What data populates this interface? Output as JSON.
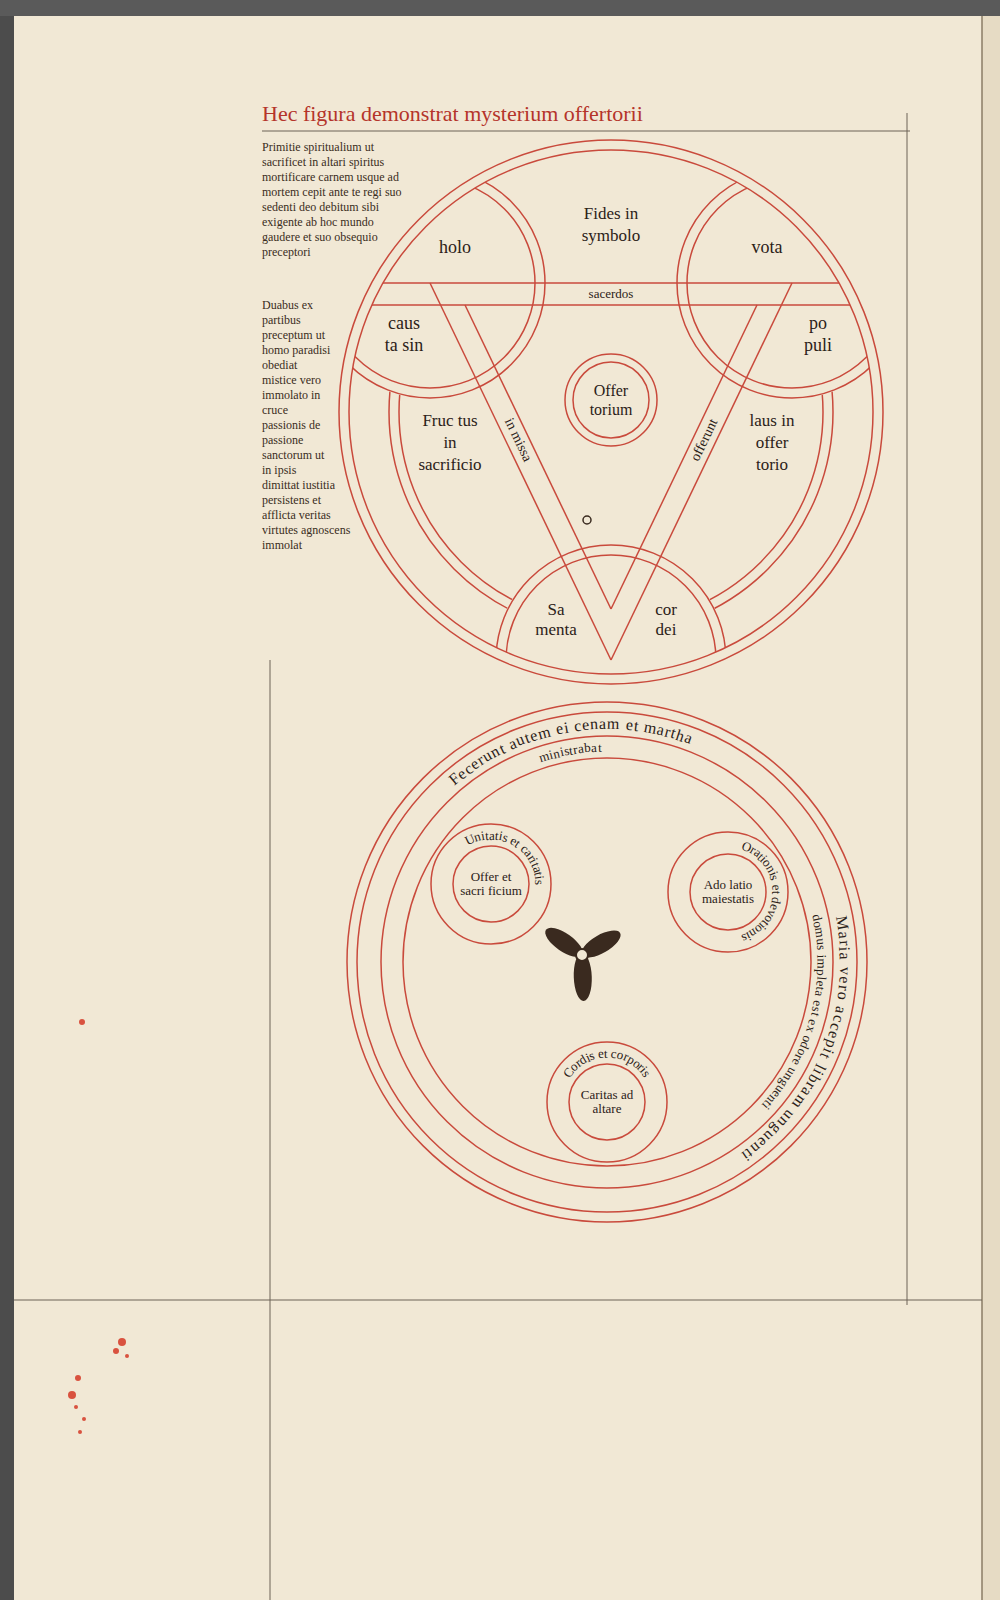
{
  "diagram": {
    "title": "Hec figura demonstrat mysterium offertorii",
    "nodes": [
      {
        "text": [
          "Fides in symbolo",
          "sacerdos",
          "in missa",
          "offerunt",
          "Fruc tus in sacrificio",
          "laus in offer torio"
        ]
      },
      {
        "text": [
          "holo",
          "caus ta sin"
        ],
        "in": 0
      },
      {
        "text": [
          "vota",
          "po puli"
        ],
        "in": 0
      },
      {
        "text": [
          "Offer torium"
        ],
        "in": 0
      },
      {
        "text": [
          "Sa menta",
          "cor dei"
        ],
        "in": 0
      },
      {
        "text": [
          "Fecerunt autem ei cenam et martha",
          "ministrabat",
          "Maria vero accepit libram unguenti",
          "domus impleta est ex odore unguenti"
        ]
      },
      {
        "text": [
          "Unitatis et caritatis"
        ],
        "in": 5
      },
      {
        "text": [
          "Offer et sacri ficium"
        ],
        "in": 6
      },
      {
        "text": [
          "Orationis et devotionis"
        ],
        "in": 5
      },
      {
        "text": [
          "Ado latio maiestatis"
        ],
        "in": 8
      },
      {
        "text": [
          "Cordis et corporis"
        ],
        "in": 5
      },
      {
        "text": [
          "Caritas ad altare"
        ],
        "in": 10
      }
    ],
    "labels": [
      "Primitie spiritualium ut sacrificet in altari spiritus mortificare carnem usque ad mortem cepit ante te regi suo sedenti deo debitum sibi exigente ab hoc mundo gaudere et suo obsequio preceptori",
      "Duabus ex partibus preceptum ut homo paradisi obediat mistice vero immolato in cruce passionis de passione sanctorum ut in ipsis dimittat iustitia persistens et afflicta veritas virtutes agnoscens immolat"
    ]
  }
}
